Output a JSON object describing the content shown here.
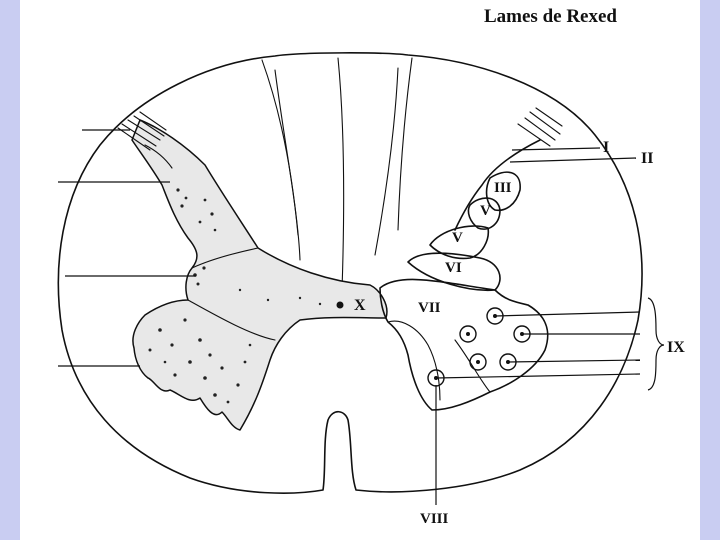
{
  "title": "Lames de Rexed",
  "laminae": {
    "I": "I",
    "II": "II",
    "III": "III",
    "IV": "V",
    "V": "V",
    "VI": "VI",
    "VII": "VII",
    "VIII": "VIII",
    "IX": "IX",
    "X": "X"
  },
  "colors": {
    "background_frame": "#c9cdf2",
    "ink": "#111111",
    "stipple_fill": "#e8e8e8"
  }
}
